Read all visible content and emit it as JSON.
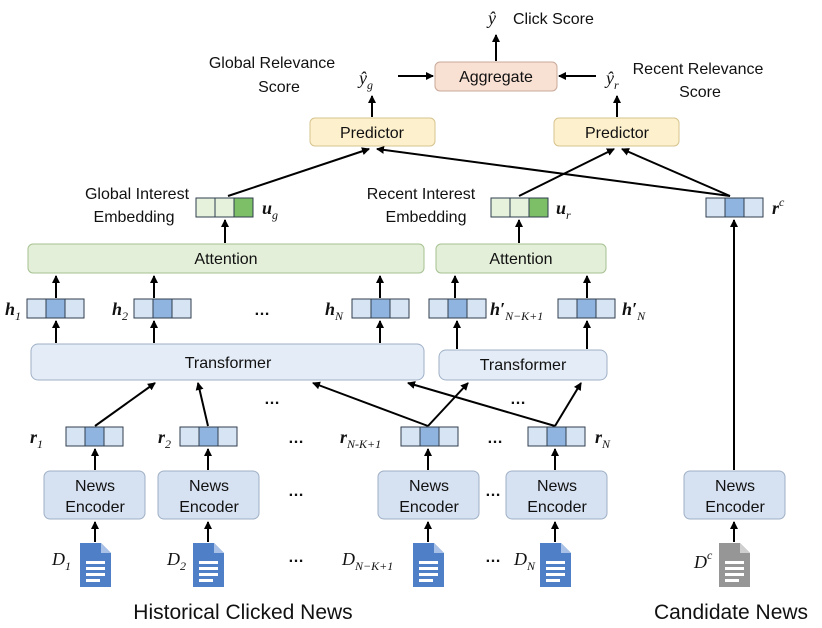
{
  "output": {
    "symbol": "ŷ",
    "label": "Click Score"
  },
  "aggregate": {
    "label": "Aggregate"
  },
  "global": {
    "score_label_line1": "Global Relevance",
    "score_label_line2": "Score",
    "score_symbol": "ŷ",
    "score_sub": "g",
    "predictor_label": "Predictor",
    "embedding_line1": "Global Interest",
    "embedding_line2": "Embedding",
    "embedding_symbol": "u",
    "embedding_sub": "g",
    "attention_label": "Attention",
    "transformer_label": "Transformer",
    "hidden": [
      {
        "sym": "h",
        "sub": "1"
      },
      {
        "sym": "h",
        "sub": "2"
      },
      {
        "sym": "h",
        "sub": "N"
      }
    ]
  },
  "recent": {
    "score_label_line1": "Recent Relevance",
    "score_label_line2": "Score",
    "score_symbol": "ŷ",
    "score_sub": "r",
    "predictor_label": "Predictor",
    "embedding_line1": "Recent Interest",
    "embedding_line2": "Embedding",
    "embedding_symbol": "u",
    "embedding_sub": "r",
    "attention_label": "Attention",
    "transformer_label": "Transformer",
    "hidden": [
      {
        "sym": "h′",
        "sub": "N−K+1"
      },
      {
        "sym": "h′",
        "sub": "N"
      }
    ]
  },
  "news_vectors": [
    {
      "sym": "r",
      "sub": "1"
    },
    {
      "sym": "r",
      "sub": "2"
    },
    {
      "sym": "r",
      "sub": "N-K+1"
    },
    {
      "sym": "r",
      "sub": "N"
    }
  ],
  "candidate_vector": {
    "sym": "r",
    "sup": "c"
  },
  "encoder": {
    "line1": "News",
    "line2": "Encoder"
  },
  "documents": [
    {
      "sym": "D",
      "sub": "1"
    },
    {
      "sym": "D",
      "sub": "2"
    },
    {
      "sym": "D",
      "sub": "N−K+1"
    },
    {
      "sym": "D",
      "sub": "N"
    }
  ],
  "candidate_document": {
    "sym": "D",
    "sup": "c"
  },
  "ellipsis": "…",
  "footer": {
    "historical": "Historical Clicked News",
    "candidate": "Candidate News"
  },
  "colors": {
    "aggregate_fill": "#f8e0d2",
    "predictor_fill": "#fdf0cd",
    "attention_fill": "#e3efd8",
    "transformer_fill": "#e4ecf7",
    "encoder_fill": "#d6e1f1",
    "vector_light": "#d7e4f4",
    "vector_mid": "#8fb4e0",
    "embedding_light": "#e6f2dc",
    "embedding_dark": "#7dbf66",
    "doc_blue": "#4e7fc7",
    "doc_gray": "#969696"
  }
}
